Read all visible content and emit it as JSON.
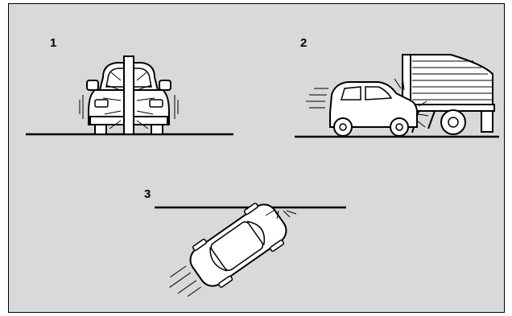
{
  "figure": {
    "panels": [
      {
        "label": "1"
      },
      {
        "label": "2"
      },
      {
        "label": "3"
      }
    ]
  }
}
